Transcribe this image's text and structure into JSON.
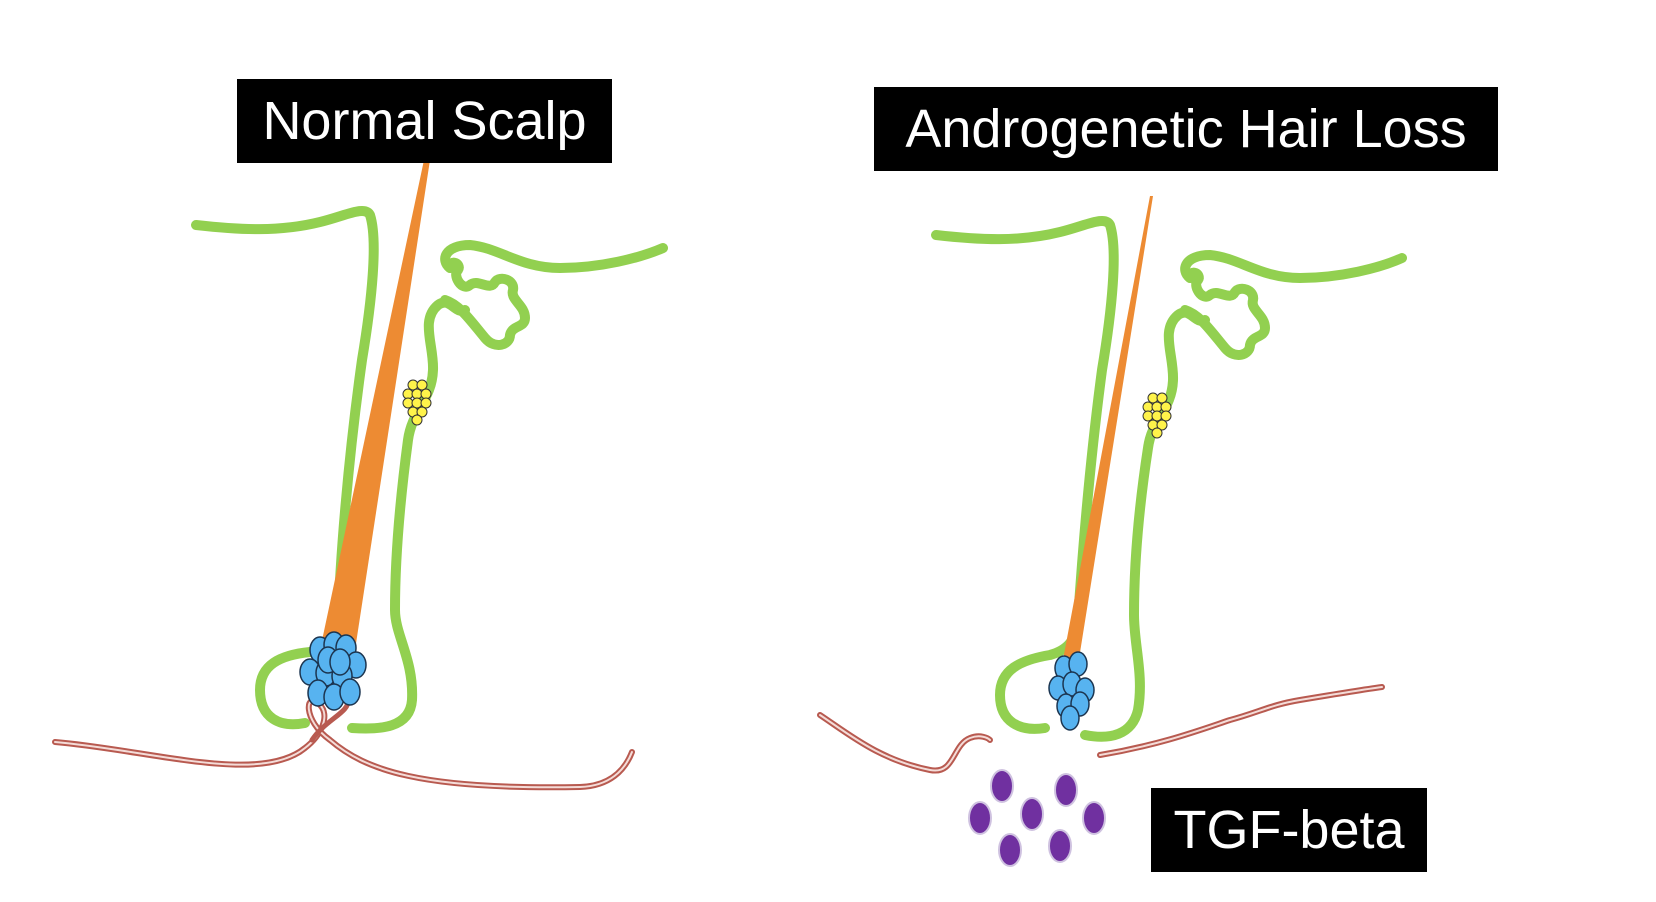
{
  "panels": {
    "left": {
      "title": "Normal Scalp"
    },
    "right": {
      "title": "Androgenetic Hair Loss"
    }
  },
  "legend": {
    "tgf_label": "TGF-beta"
  },
  "colors": {
    "follicle_outline": "#92d050",
    "hair_shaft": "#ed8b33",
    "dermal_papilla_cells": "#57b3f0",
    "sebaceous_gland": "#fff34a",
    "blood_vessel": "#b85a50",
    "tgf_beta": "#7030a0",
    "label_background": "#000000",
    "label_text": "#ffffff"
  }
}
